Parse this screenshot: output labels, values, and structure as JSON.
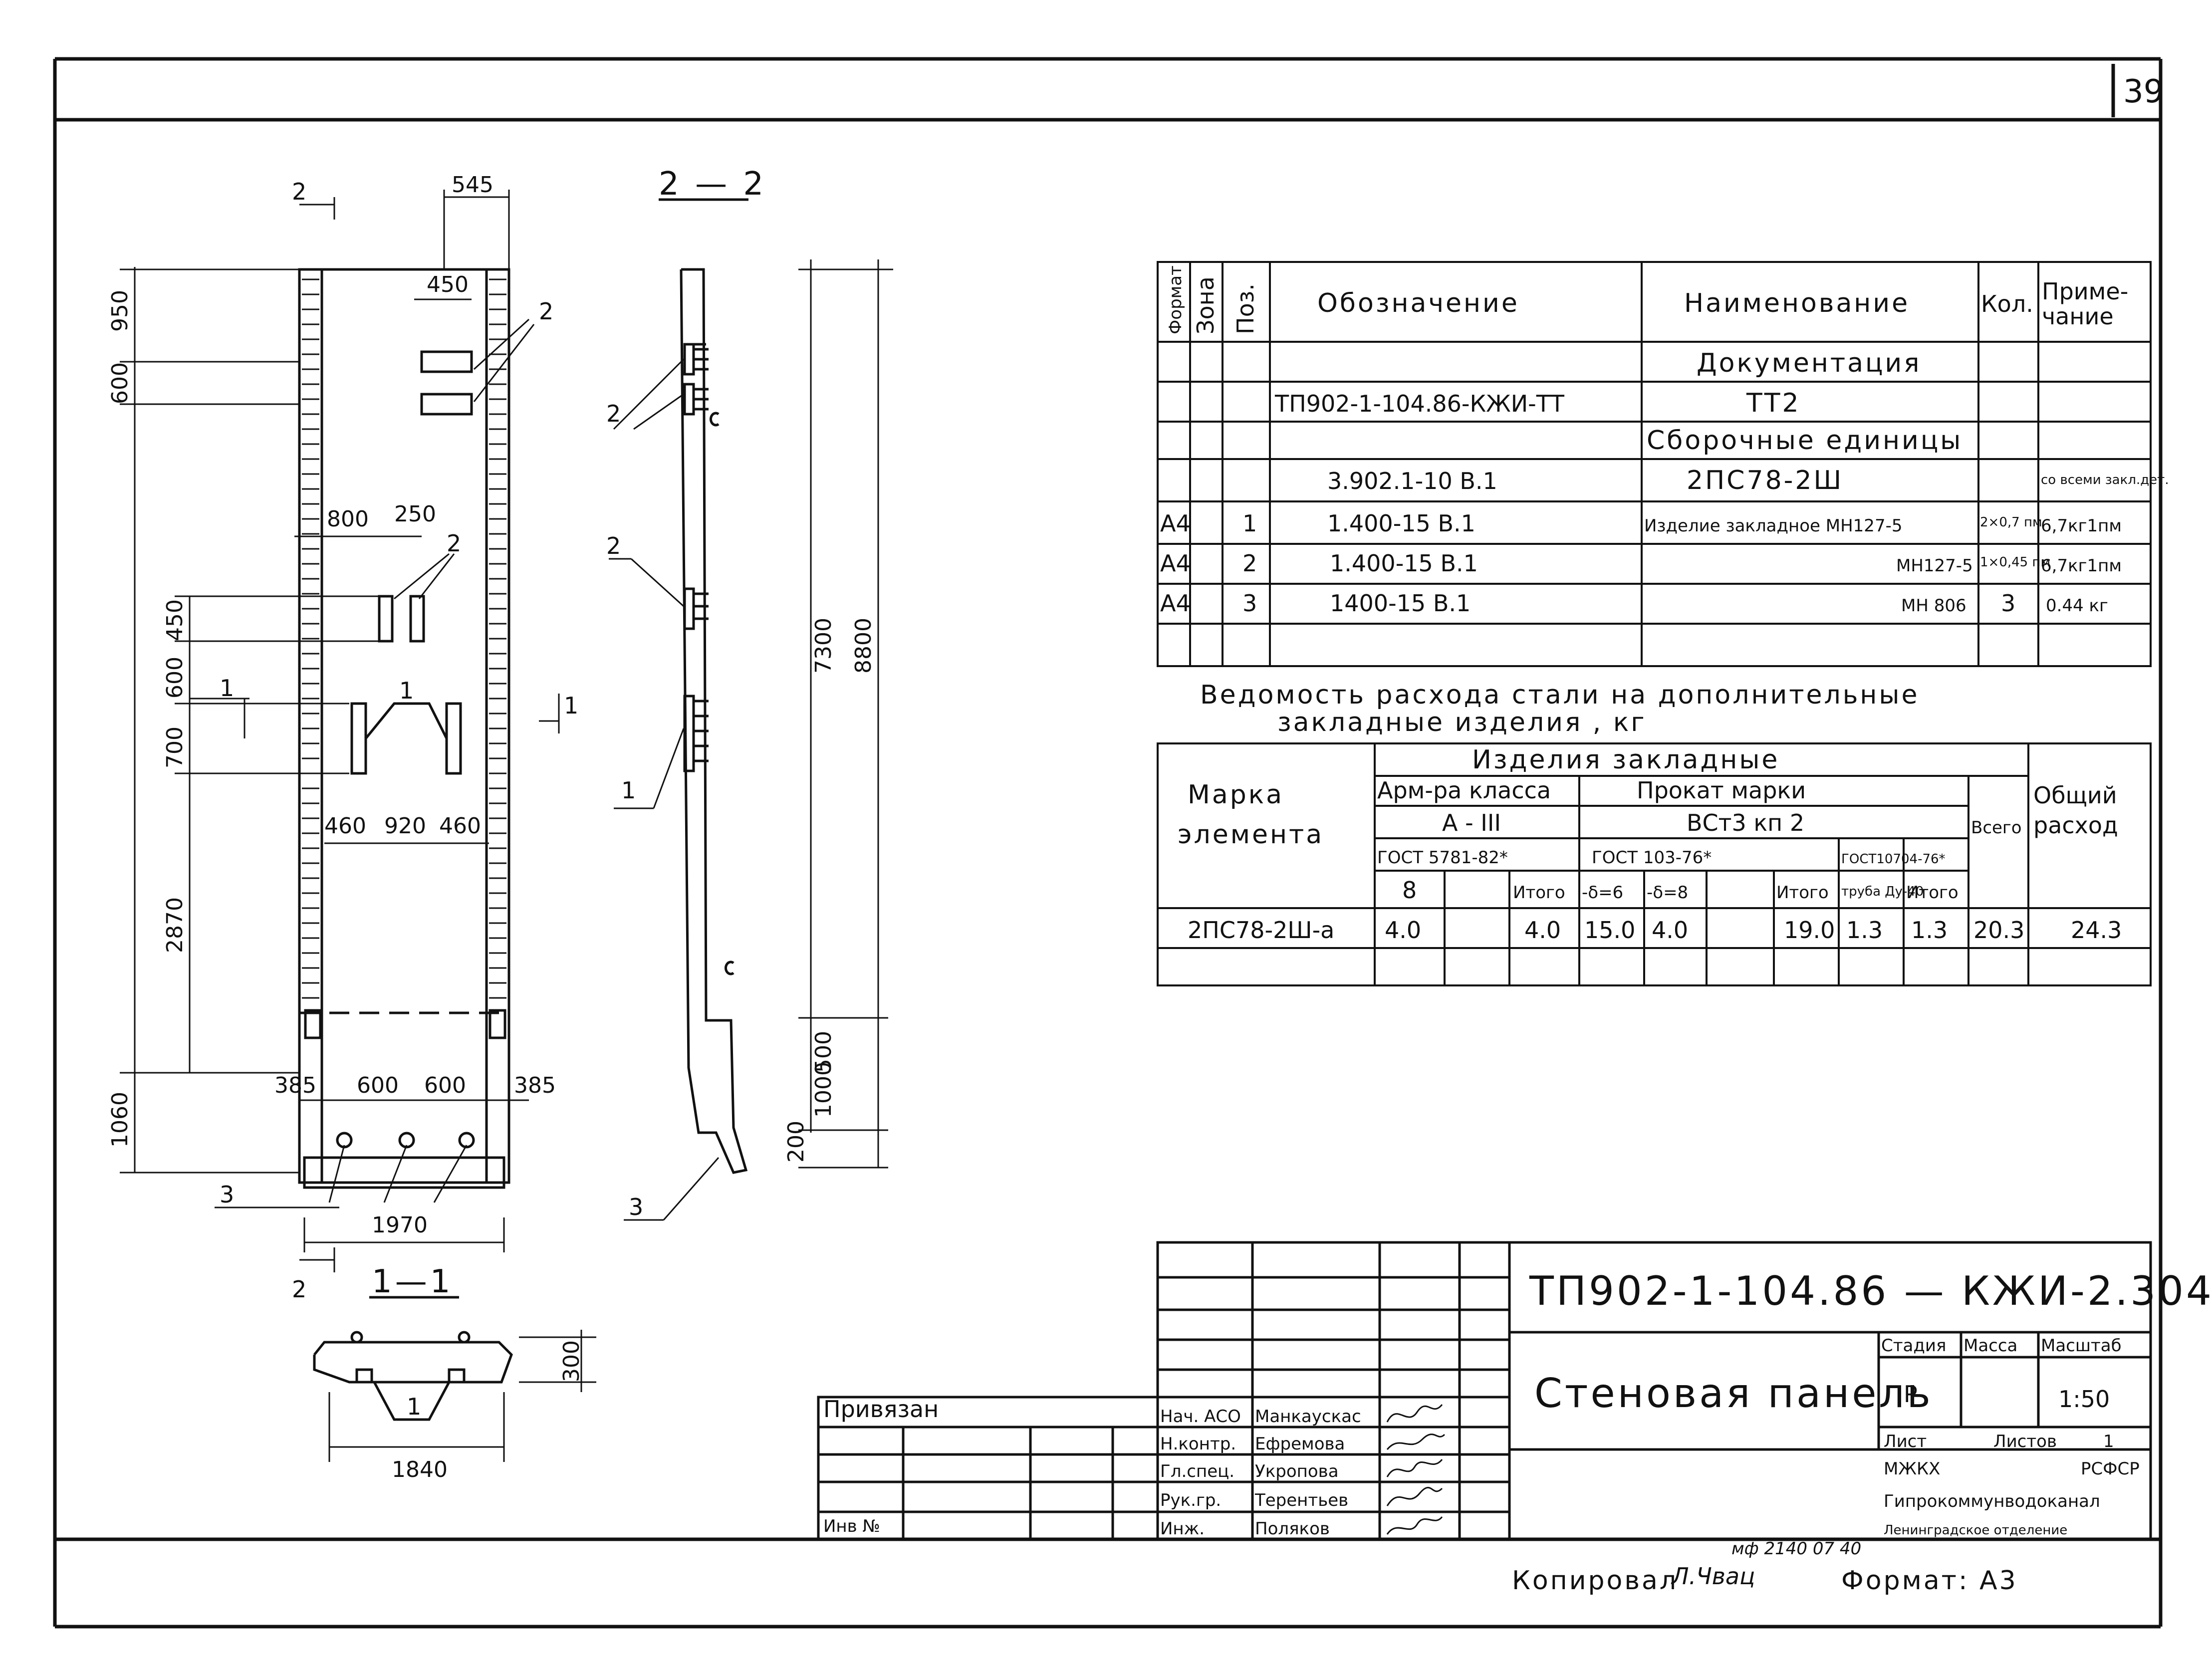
{
  "page_number": "39",
  "drawing": {
    "view_main": {
      "section_mark": "2",
      "dims_top": [
        "545",
        "450"
      ],
      "dims_left": [
        "950",
        "600",
        "450",
        "600",
        "700",
        "2870",
        "1060"
      ],
      "dims_mid": [
        "800",
        "250",
        "460",
        "920",
        "460"
      ],
      "dims_bottom": [
        "385",
        "600",
        "600",
        "385",
        "1970"
      ],
      "labels": {
        "pos2": "2",
        "pos1": "1",
        "sec1": "1",
        "sec3": "3"
      }
    },
    "view_section_2_2": {
      "title": "2 — 2",
      "dims_right": [
        "7300",
        "8800",
        "500",
        "1000",
        "200"
      ],
      "labels": [
        "2",
        "2",
        "1",
        "3"
      ]
    },
    "view_section_1_1": {
      "title": "1—1",
      "dims": [
        "300",
        "1840"
      ],
      "label": "1"
    }
  },
  "spec_table": {
    "headers": [
      "Формат",
      "Зона",
      "Поз.",
      "Обозначение",
      "Наименование",
      "Кол.",
      "Приме-\nчание"
    ],
    "section_doc": "Документация",
    "doc_row": {
      "designation": "ТП902-1-104.86-КЖИ-ТТ",
      "name": "ТТ2"
    },
    "section_asm": "Сборочные единицы",
    "rows": [
      {
        "format": "",
        "zone": "",
        "pos": "",
        "designation": "3.902.1-10 В.1",
        "name": "2ПС78-2Ш",
        "qty": "",
        "note": "со всеми закл.дет."
      },
      {
        "format": "А4",
        "zone": "",
        "pos": "1",
        "designation": "1.400-15 В.1",
        "name": "Изделие закладное МН127-5",
        "qty": "2×0,7 пм",
        "note": "6,7кг1пм"
      },
      {
        "format": "А4",
        "zone": "",
        "pos": "2",
        "designation": "1.400-15 В.1",
        "name": "МН127-5",
        "qty": "1×0,45 пм",
        "note": "6,7кг1пм"
      },
      {
        "format": "А4",
        "zone": "",
        "pos": "3",
        "designation": "1400-15 В.1",
        "name": "МН 806",
        "qty": "3",
        "note": "0.44 кг"
      }
    ]
  },
  "steel_table": {
    "title_line1": "Ведомость расхода стали на дополнительные",
    "title_line2": "закладные изделия , кг",
    "col_mark": "Марка элемента",
    "col_items": "Изделия закладные",
    "col_arm": "Арм-ра класса",
    "col_arm_class": "А - III",
    "col_arm_gost": "ГОСТ 5781-82*",
    "col_prok": "Прокат марки",
    "col_prok_mark": "ВСт3 кп 2",
    "col_prok_gost": "ГОСТ 103-76*",
    "col_pipe_gost": "ГОСТ10704-76*",
    "col_total": "Всего",
    "col_overall": "Общий расход",
    "sub_headers": [
      "8",
      "",
      "Итого",
      "-δ=6",
      "-δ=8",
      "",
      "Итого",
      "труба Ду-40",
      "Итого"
    ],
    "row": {
      "mark": "2ПС78-2Ш-а",
      "values": [
        "4.0",
        "",
        "4.0",
        "15.0",
        "4.0",
        "",
        "19.0",
        "1.3",
        "1.3",
        "20.3",
        "24.3"
      ]
    }
  },
  "title_block": {
    "code": "ТП902-1-104.86 — КЖИ-2.304",
    "name": "Стеновая панель",
    "stage_label": "Стадия",
    "mass_label": "Масса",
    "scale_label": "Масштаб",
    "stage": "Р",
    "scale": "1:50",
    "sheet_label": "Лист",
    "sheets_label": "Листов",
    "sheets_value": "1",
    "org1": "МЖКХ",
    "org2": "РСФСР",
    "org3": "Гипрокоммунводоканал",
    "org4": "Ленинградское отделение",
    "bound_label": "Привязан",
    "inv_label": "Инв №",
    "roles": [
      {
        "role": "Нач. АСО",
        "name": "Манкаускас"
      },
      {
        "role": "Н.контр.",
        "name": "Ефремова"
      },
      {
        "role": "Гл.спец.",
        "name": "Укропова"
      },
      {
        "role": "Рук.гр.",
        "name": "Терентьев"
      },
      {
        "role": "Инж.",
        "name": "Поляков"
      }
    ]
  },
  "footer": {
    "copied": "Копировал",
    "copier": "Л.Чвац",
    "stamp": "мф 2140 07 40",
    "format": "Формат: А3"
  }
}
